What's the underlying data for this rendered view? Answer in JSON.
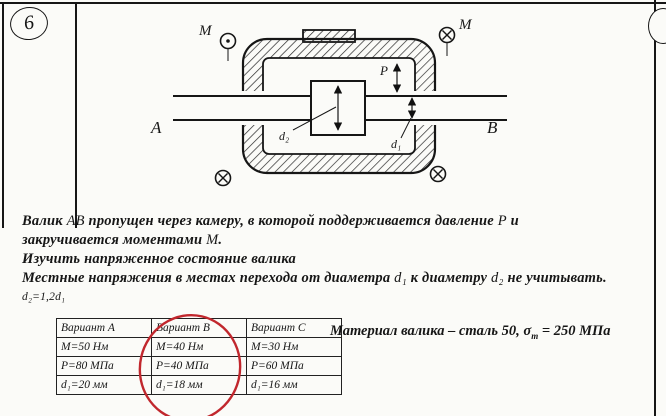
{
  "sheet": {
    "number": "6"
  },
  "diagram": {
    "labels": {
      "a": "А",
      "b": "В",
      "m_top_left": "М",
      "m_top_right": "М",
      "p": "Р",
      "d1": "d₁",
      "d2": "d₂"
    }
  },
  "problem": {
    "line1": {
      "p1": "Валик ",
      "p2": "АВ",
      "p3": " пропущен через камеру, в которой поддерживается давление ",
      "p4": "Р",
      "p5": " и"
    },
    "line2": {
      "p1": "закручивается моментами ",
      "p2": "М",
      "p3": "."
    },
    "line3": "Изучить напряженное состояние валика",
    "line4": {
      "p1": "Местные напряжения в местах перехода от диаметра ",
      "p2": "d₁",
      "p3": " к диаметру ",
      "p4": "d₂",
      "p5": " не учитывать."
    },
    "line5": "d₂=1,2d₁"
  },
  "table": {
    "headers": [
      "Вариант А",
      "Вариант В",
      "Вариант С"
    ],
    "rows": [
      [
        "М=50 Нм",
        "М=40 Нм",
        "М=30 Нм"
      ],
      [
        "Р=80 МПа",
        "Р=40 МПа",
        "Р=60 МПа"
      ],
      [
        "d₁=20 мм",
        "d₁=18 мм",
        "d₁=16 мм"
      ]
    ]
  },
  "material": {
    "p1": "Материал валика – сталь 50, ",
    "sigma": "σ",
    "sub": "т",
    "p2": " = 250 МПа"
  },
  "colors": {
    "annotation": "#c1272d",
    "ink": "#161616"
  }
}
